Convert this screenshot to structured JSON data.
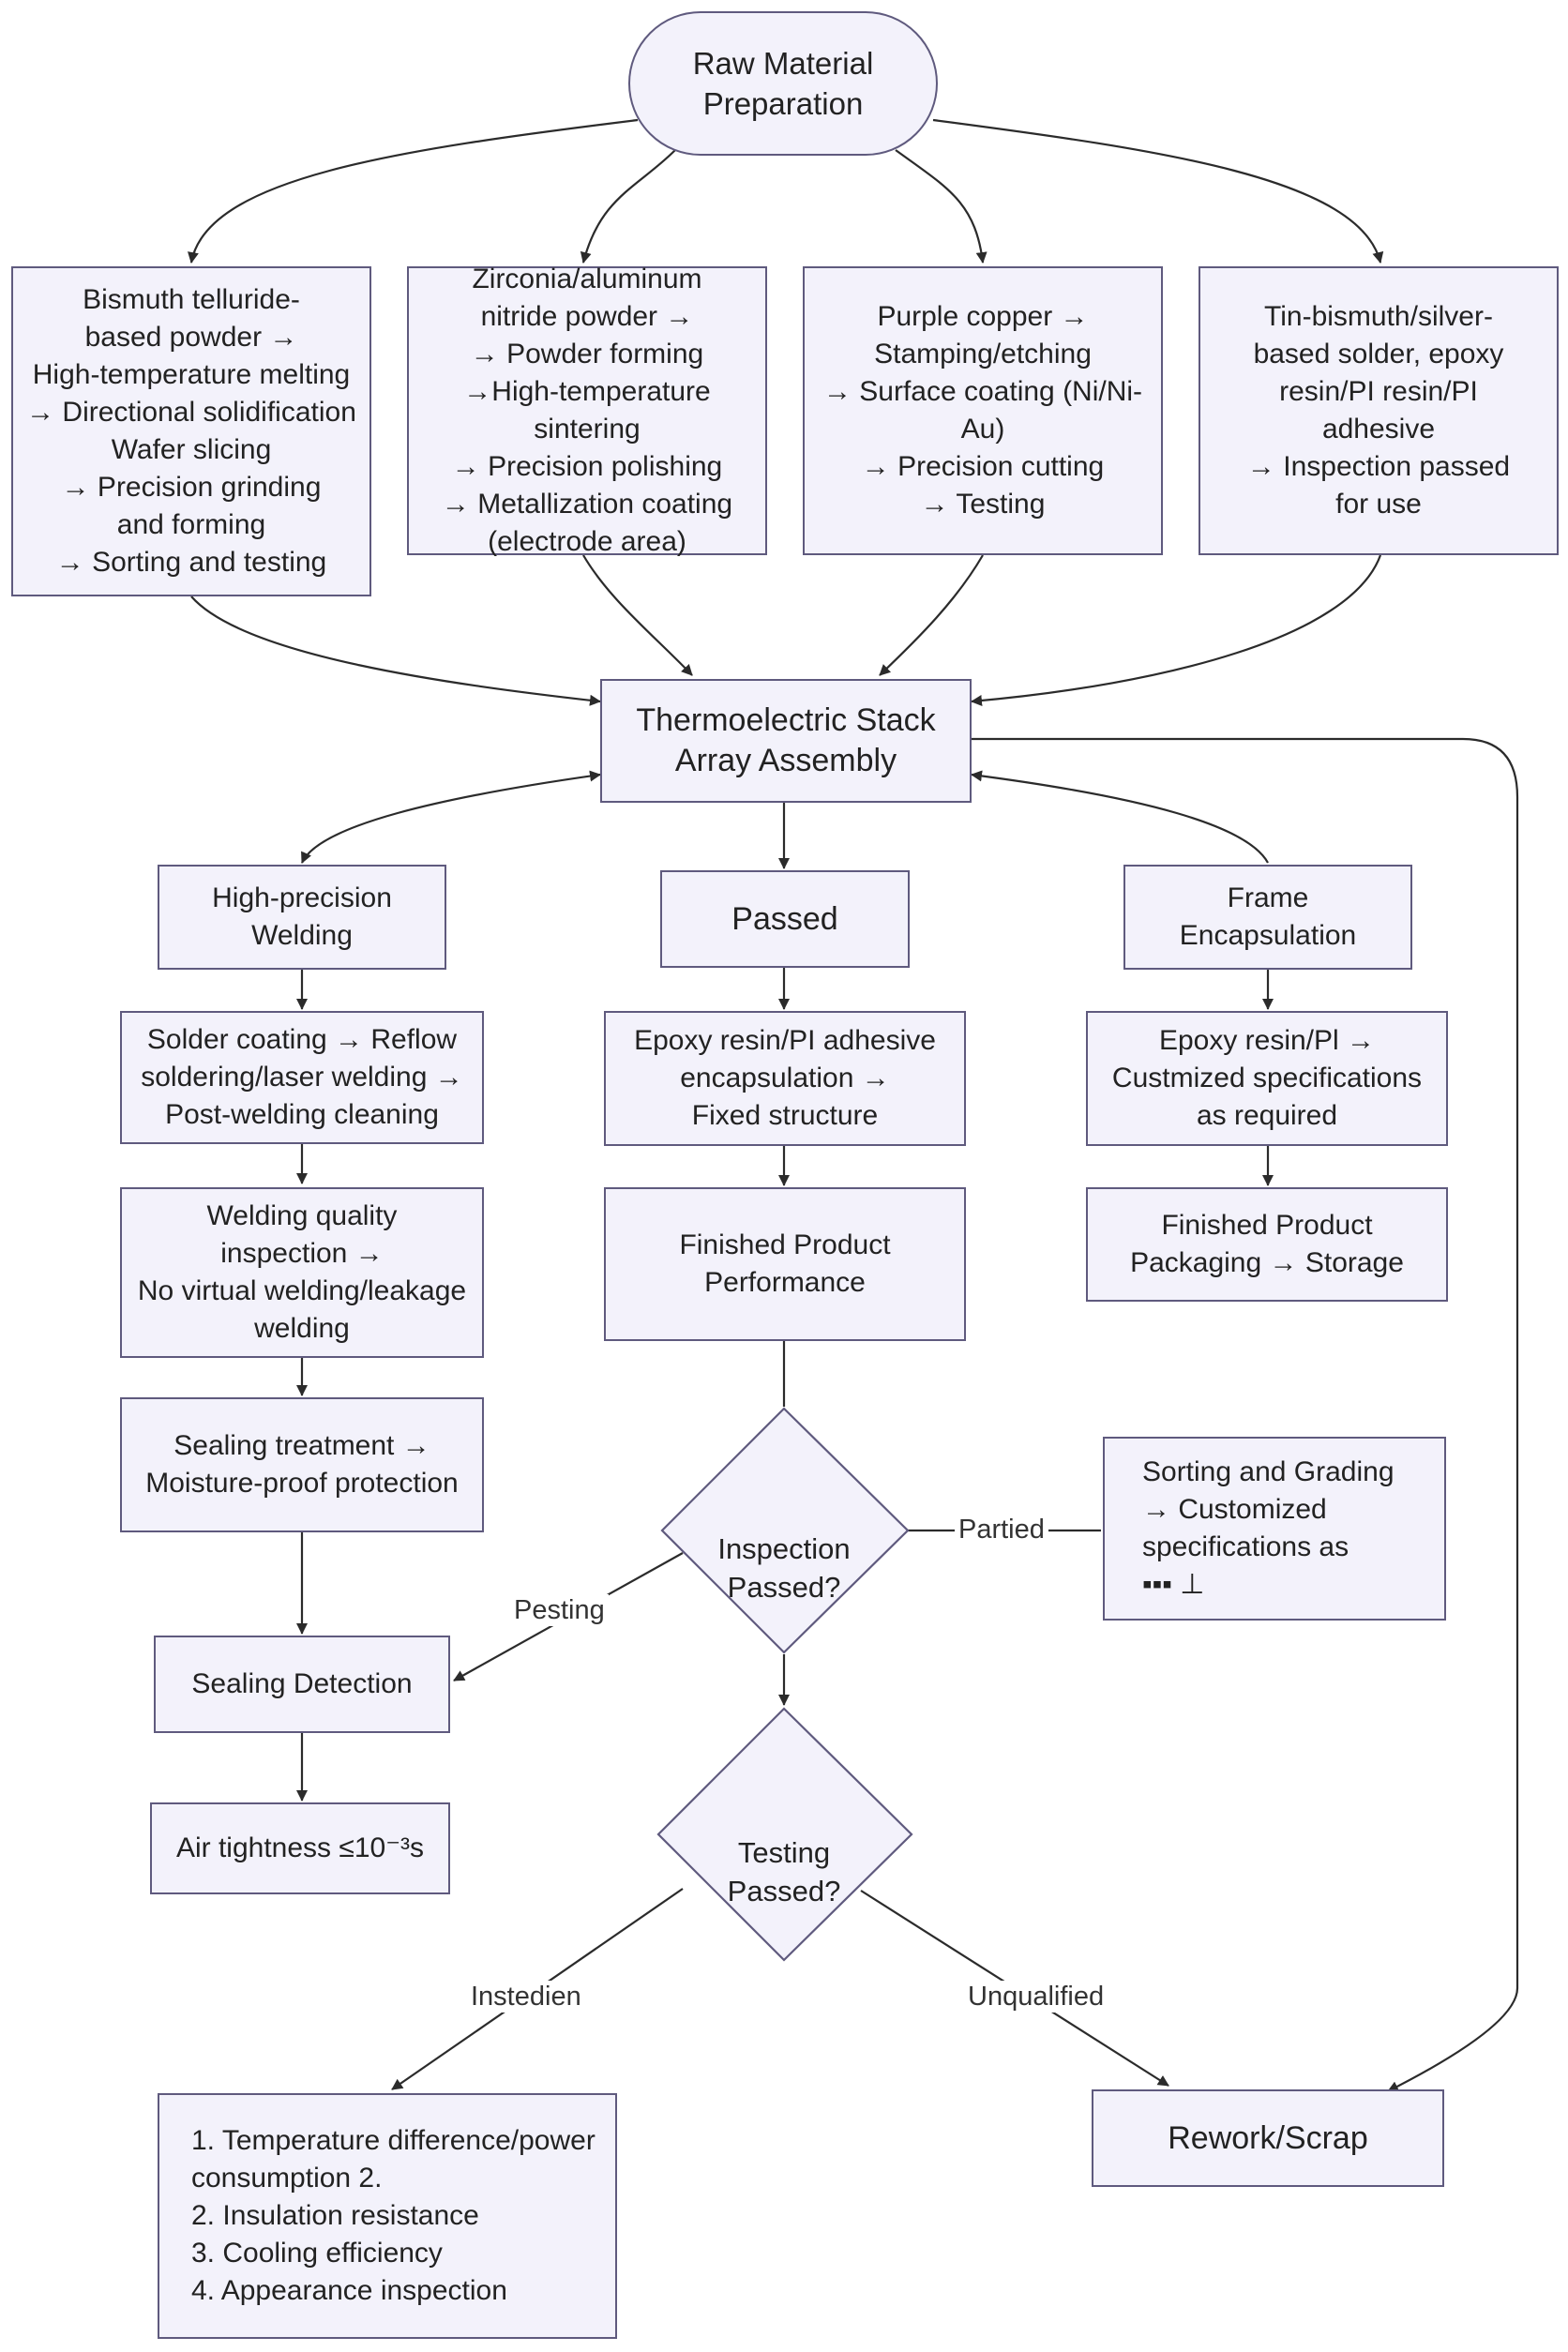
{
  "nodes": {
    "raw_material": "Raw Material\nPreparation",
    "bismuth": "Bismuth telluride-\nbased powder →\nHigh-temperature melting\n→ Directional solidification\nWafer slicing\n→ Precision grinding\nand forming\n→ Sorting and testing",
    "zirconia": "Zirconia/aluminum\nnitride powder →\n→ Powder forming\n→High-temperature sintering\n→ Precision polishing\n→ Metallization coating\n(electrode area)",
    "copper": "Purple copper →\nStamping/etching\n→ Surface coating (Ni/Ni-Au)\n→ Precision cutting\n→ Testing",
    "solder": "Tin-bismuth/silver-\nbased solder, epoxy\nresin/PI resin/PI\nadhesive\n→ Inspection passed\nfor use",
    "stack_assembly": "Thermoelectric Stack\nArray Assembly",
    "welding": "High-precision\nWelding",
    "passed": "Passed",
    "frame": "Frame\nEncapsulation",
    "solder_coating": "Solder coating → Reflow\nsoldering/laser welding →\nPost-welding cleaning",
    "epoxy_encap": "Epoxy resin/PI adhesive\nencapsulation →\nFixed structure",
    "epoxy_custom": "Epoxy resin/Pl →\nCustmized specifications\nas required",
    "weld_quality": "Welding quality\ninspection →\nNo virtual welding/leakage\nwelding",
    "finished_perf": "Finished Product\nPerformance",
    "finished_pack": "Finished Product\nPackaging → Storage",
    "sealing_treat": "Sealing treatment →\nMoisture-proof protection",
    "inspection_q": "Inspection\nPassed?",
    "sorting": "Sorting and Grading\n→ Customized\nspecifications as\n▪▪▪ ⊥",
    "sealing_detect": "Sealing Detection",
    "air_tight": "Air tightness ≤10⁻³s",
    "testing_q": "Testing\nPassed?",
    "test_list": "1. Temperature difference/power\n    consumption 2.\n2. Insulation resistance\n3. Cooling efficiency\n4. Appearance inspection",
    "rework": "Rework/Scrap"
  },
  "edge_labels": {
    "partied": "Partied",
    "pesting": "Pesting",
    "instedien": "Instedien",
    "unqualified": "Unqualified"
  },
  "colors": {
    "box_fill": "#f3f2fb",
    "box_border": "#5f5a7e",
    "line": "#2b2b2b"
  }
}
